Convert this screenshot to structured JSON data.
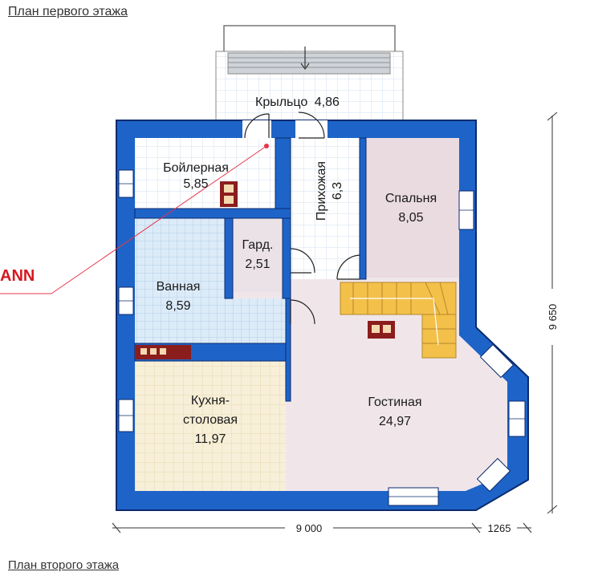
{
  "heading": "План первого этажа",
  "heading_next": "План второго этажа",
  "brand_fragment": "ANN",
  "rooms": {
    "porch": {
      "name": "Крыльцо",
      "area": "4,86"
    },
    "boiler": {
      "name": "Бойлерная",
      "area": "5,85"
    },
    "hall": {
      "name": "Прихожая",
      "area": "6,3"
    },
    "bedroom": {
      "name": "Спальня",
      "area": "8,05"
    },
    "wardrobe": {
      "name": "Гард.",
      "area": "2,51"
    },
    "bath": {
      "name": "Ванная",
      "area": "8,59"
    },
    "kitchen": {
      "name_line1": "Кухня-",
      "name_line2": "столовая",
      "area": "11,97"
    },
    "living": {
      "name": "Гостиная",
      "area": "24,97"
    }
  },
  "dimensions": {
    "width": "9 000",
    "bay": "1265",
    "height": "9 650"
  },
  "colors": {
    "wall": "#1e64c8",
    "wall_outline": "#0a2a6e",
    "living_floor": "#f0e6ea",
    "tile_floor": "#dcebf8",
    "kitchen_floor": "#f7efd8",
    "stair": "#f3c04a",
    "fixture": "#8b1d1d",
    "pointer": "#e8344a"
  }
}
